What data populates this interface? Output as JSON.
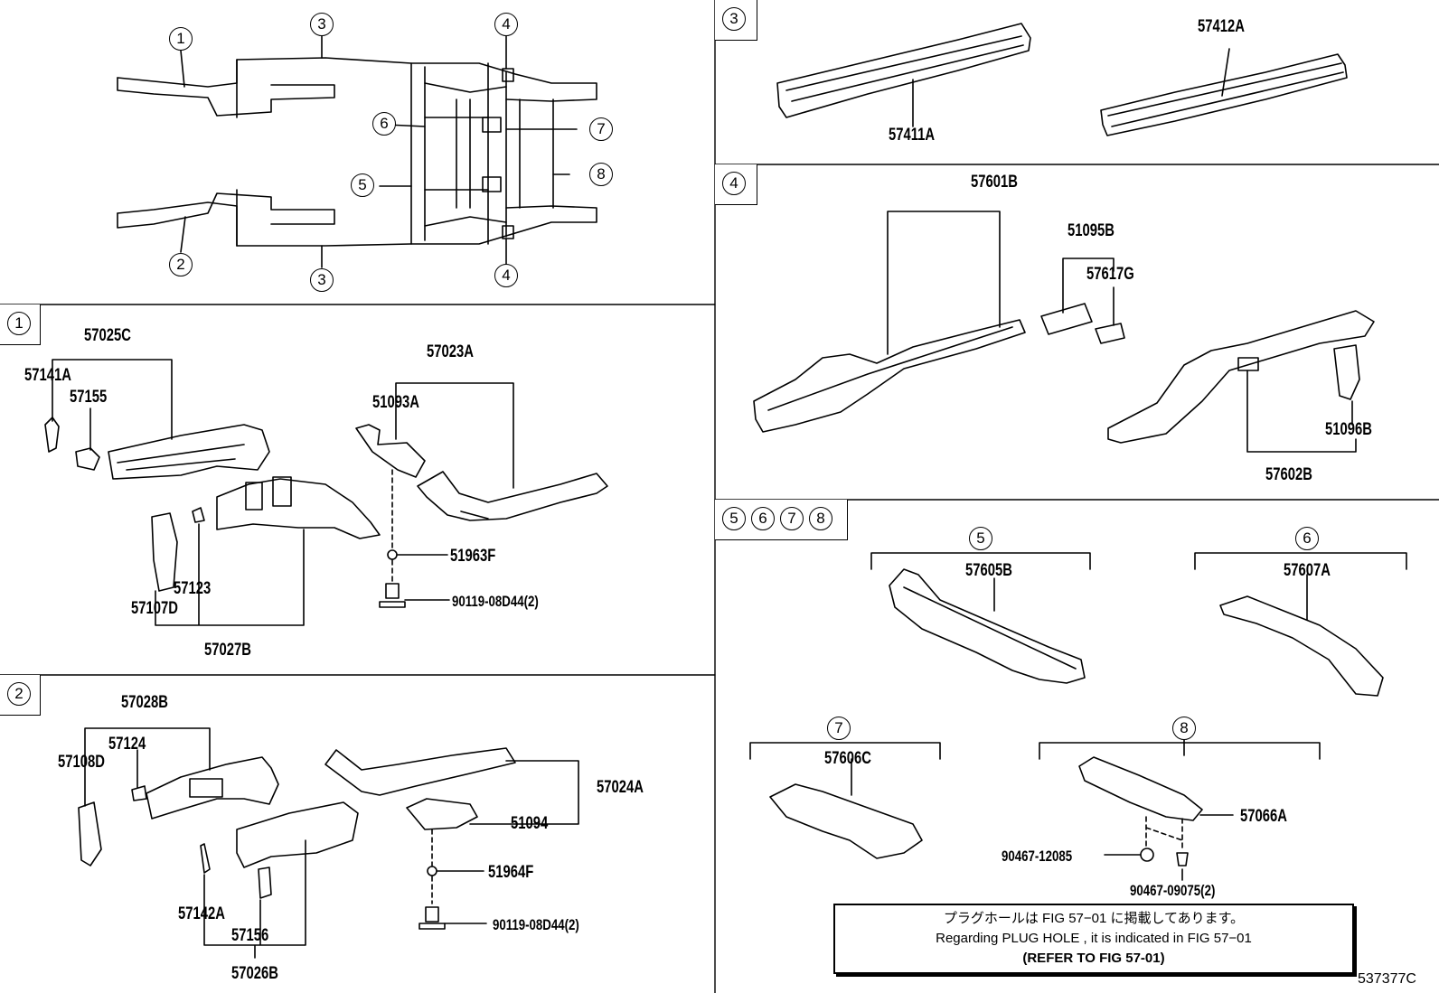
{
  "circles": {
    "c1": "①",
    "c2": "②",
    "c3": "③",
    "c4": "④",
    "c5": "⑤",
    "c6": "⑥",
    "c7": "⑦",
    "c8": "⑧"
  },
  "overview": {
    "callouts": [
      "1",
      "3",
      "4",
      "6",
      "7",
      "5",
      "8",
      "2",
      "3",
      "4"
    ]
  },
  "sections": {
    "s1": {
      "tag": "1",
      "parts": [
        "57025C",
        "57141A",
        "57155",
        "57023A",
        "51093A",
        "51963F",
        "90119-08D44(2)",
        "57123",
        "57107D",
        "57027B"
      ]
    },
    "s2": {
      "tag": "2",
      "parts": [
        "57028B",
        "57124",
        "57108D",
        "57024A",
        "51094",
        "51964F",
        "90119-08D44(2)",
        "57142A",
        "57156",
        "57026B"
      ]
    },
    "s3": {
      "tag": "3",
      "parts": [
        "57412A",
        "57411A"
      ]
    },
    "s4": {
      "tag": "4",
      "parts": [
        "57601B",
        "51095B",
        "57617G",
        "51096B",
        "57602B"
      ]
    },
    "s5678": {
      "tags": [
        "5",
        "6",
        "7",
        "8"
      ],
      "parts": [
        "57605B",
        "57607A",
        "57606C",
        "57066A",
        "90467-12085",
        "90467-09075(2)"
      ]
    }
  },
  "note": {
    "line1": "プラグホールは FIG 57−01 に掲載してあります。",
    "line2": "Regarding  PLUG  HOLE , it is indicated in  FIG  57−01",
    "line3": "(REFER TO FIG 57-01)"
  },
  "figure_id": "537377C"
}
